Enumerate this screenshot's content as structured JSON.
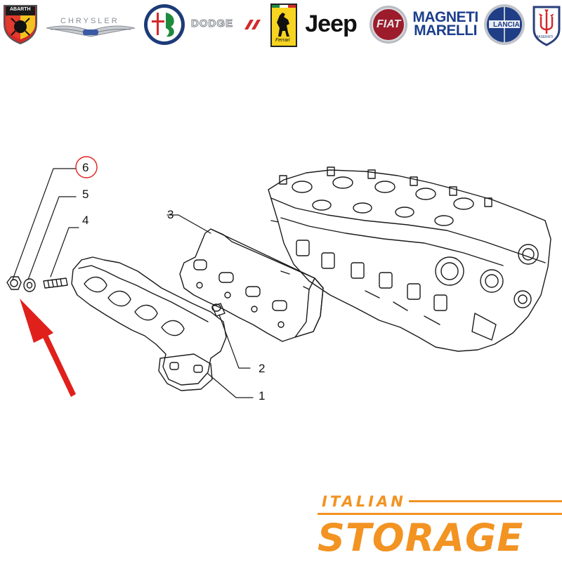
{
  "brands": {
    "abarth": "ABARTH",
    "chrysler": "CHRYSLER",
    "alfa_romeo": "ALFA ROMEO",
    "dodge": "DODGE",
    "ferrari": "Ferrari",
    "jeep": "Jeep",
    "fiat": "FIAT",
    "magneti_line1": "MAGNETI",
    "magneti_line2": "MARELLI",
    "lancia": "LANCIA",
    "maserati": "MASERATI"
  },
  "diagram": {
    "callouts": [
      "1",
      "2",
      "3",
      "4",
      "5",
      "6"
    ],
    "highlighted_part": "6",
    "highlight_color": "#e0201b",
    "line_color": "#1a1a1a"
  },
  "footer": {
    "brand_top": "ITALIAN",
    "brand_main": "STORAGE",
    "brand_color": "#f29322"
  }
}
